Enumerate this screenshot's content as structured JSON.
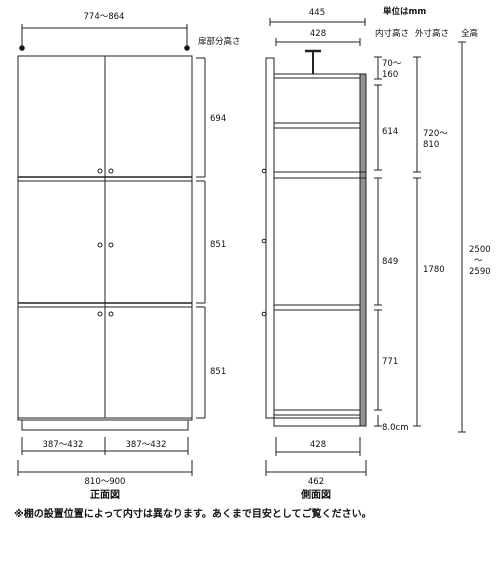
{
  "front": {
    "top_width": "774〜864",
    "door_header": "扉部分高さ",
    "door_heights": [
      "694",
      "851",
      "851"
    ],
    "base_left": "387〜432",
    "base_right": "387〜432",
    "total_width": "810〜900",
    "caption": "正面図"
  },
  "side": {
    "top_outer": "445",
    "top_inner": "428",
    "unit_label": "単位はmm",
    "col_inner": "内寸高さ",
    "col_outer": "外寸高さ",
    "col_total": "全高",
    "inner": [
      "70〜\n160",
      "614",
      "849",
      "771",
      "8.0cm"
    ],
    "outer": [
      "720〜\n810",
      "1780"
    ],
    "total": "2500\n〜\n2590",
    "bottom_inner": "428",
    "bottom_outer": "462",
    "caption": "側面図"
  },
  "note": "※棚の設置位置によって内寸は異なります。あくまで目安としてご覧ください。"
}
